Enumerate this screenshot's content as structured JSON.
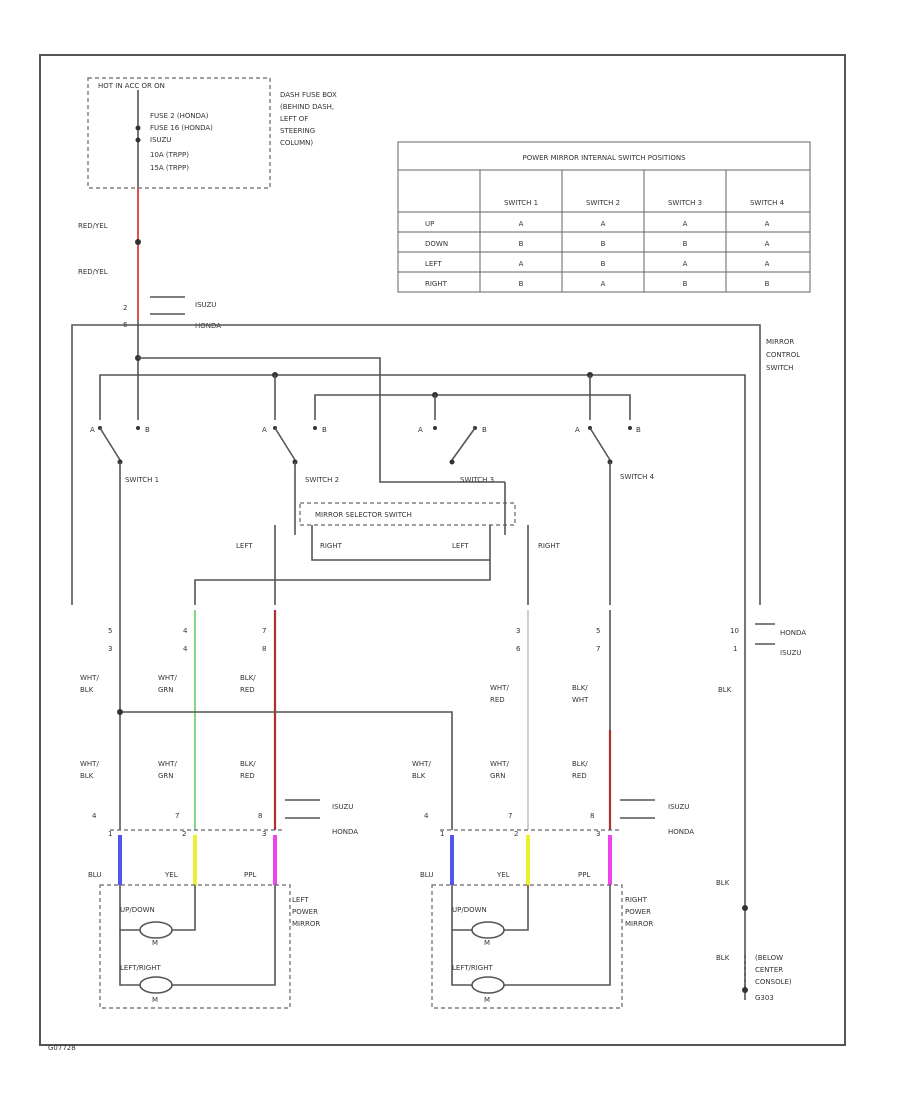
{
  "fuse": {
    "header": "HOT IN ACC OR ON",
    "line1": "FUSE 2      (HONDA)",
    "line2": "FUSE 16     (HONDA)",
    "line3": "ISUZU",
    "line4": "10A      (TRPP)",
    "line5": "15A      (TRPP)",
    "note1": "DASH FUSE BOX",
    "note2": "(BEHIND DASH,",
    "note3": "LEFT OF",
    "note4": "STEERING",
    "note5": "COLUMN)"
  },
  "table": {
    "title": "POWER MIRROR INTERNAL SWITCH POSITIONS",
    "columns": [
      "SWITCH 1",
      "SWITCH 2",
      "SWITCH 3",
      "SWITCH 4"
    ],
    "rows": [
      {
        "label": "UP",
        "cells": [
          "A",
          "A",
          "A",
          "A"
        ]
      },
      {
        "label": "DOWN",
        "cells": [
          "B",
          "B",
          "B",
          "A"
        ]
      },
      {
        "label": "LEFT",
        "cells": [
          "A",
          "B",
          "A",
          "A"
        ]
      },
      {
        "label": "RIGHT",
        "cells": [
          "B",
          "A",
          "B",
          "B"
        ]
      }
    ]
  },
  "labels": {
    "red_yel_1": "RED/YEL",
    "red_yel_2": "RED/YEL",
    "isuzu": "ISUZU",
    "honda": "HONDA",
    "mirror_control_1": "MIRROR",
    "mirror_control_2": "CONTROL",
    "mirror_control_3": "SWITCH",
    "switch1": "SWITCH 1",
    "switch2": "SWITCH 2",
    "switch3": "SWITCH 3",
    "switch4": "SWITCH 4",
    "selector": "MIRROR SELECTOR SWITCH",
    "left": "LEFT",
    "right": "RIGHT",
    "a": "A",
    "b": "B",
    "blk": "BLK",
    "below_1": "(BELOW",
    "below_2": "CENTER",
    "below_3": "CONSOLE)",
    "below_4": "G303",
    "left_mirror_1": "LEFT",
    "left_mirror_2": "POWER",
    "left_mirror_3": "MIRROR",
    "right_mirror_1": "RIGHT",
    "right_mirror_2": "POWER",
    "right_mirror_3": "MIRROR",
    "updown": "UP/DOWN",
    "leftright": "LEFT/RIGHT",
    "m": "M",
    "blu": "BLU",
    "yel": "YEL",
    "ppl": "PPL",
    "footer": "G07728"
  },
  "wires": {
    "w1a": "WHT/",
    "w1b": "BLK",
    "w2a": "WHT/",
    "w2b": "GRN",
    "w3a": "BLK/",
    "w3b": "RED",
    "w4a": "WHT/",
    "w4b": "RED",
    "w5a": "BLK/",
    "w5b": "WHT",
    "w6a": "WHT/",
    "w6b": "BLK",
    "w7a": "WHT/",
    "w7b": "GRN",
    "w8a": "BLK/",
    "w8b": "RED"
  },
  "pins": {
    "p_isuzu_top": "2",
    "p_honda_top": "6",
    "c1a": "5",
    "c1b": "3",
    "c2a": "4",
    "c2b": "4",
    "c3a": "7",
    "c3b": "8",
    "c4a": "3",
    "c4b": "6",
    "c5a": "5",
    "c5b": "7",
    "c6a": "10",
    "c6b": "1",
    "m1": "4",
    "m2": "7",
    "m3": "8",
    "m4": "4",
    "m5": "7",
    "m6": "8",
    "m1b": "1",
    "m2b": "2",
    "m3b": "3",
    "m4b": "1",
    "m5b": "2",
    "m6b": "3"
  },
  "colors": {
    "red": "#e05050",
    "blue": "#5555ee",
    "yellow": "#eeee33",
    "pink": "#ee44ee",
    "green": "#66cc66",
    "darkred": "#b03030"
  }
}
